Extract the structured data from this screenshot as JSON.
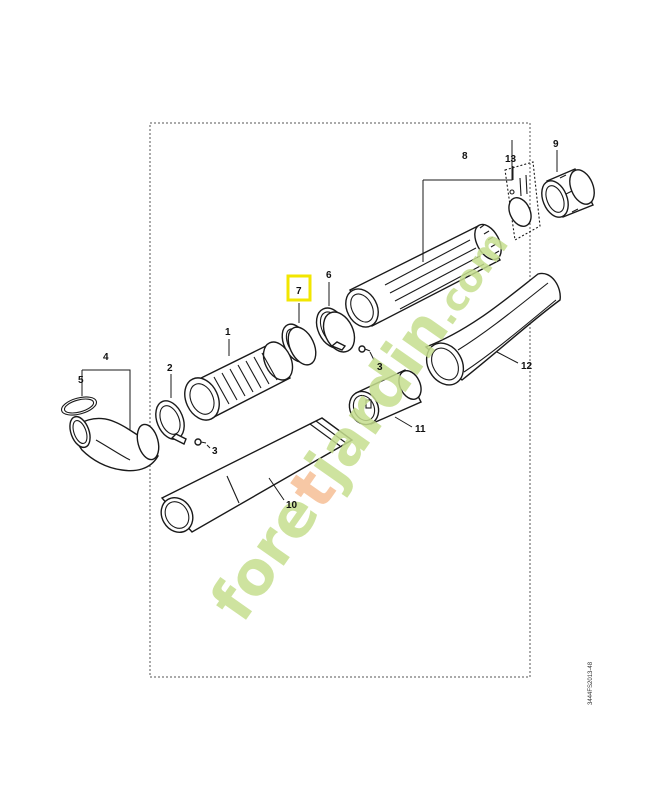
{
  "diagram": {
    "frame_style": "dotted",
    "highlight_color": "#f2e600",
    "watermark_color": "#c6df8f",
    "watermark_accent_color": "#f4b78a",
    "watermark": {
      "part1": "fore",
      "accent": "t",
      "part2": "jardin",
      "part3": ".com"
    },
    "drawing_code": "3444FS2013-48",
    "labels": {
      "p1": "1",
      "p2": "2",
      "p3a": "3",
      "p3b": "3",
      "p4": "4",
      "p5": "5",
      "p6": "6",
      "p7": "7",
      "p8": "8",
      "p9": "9",
      "p10": "10",
      "p11": "11",
      "p12": "12",
      "p13": "13"
    },
    "highlighted_part": "7"
  }
}
